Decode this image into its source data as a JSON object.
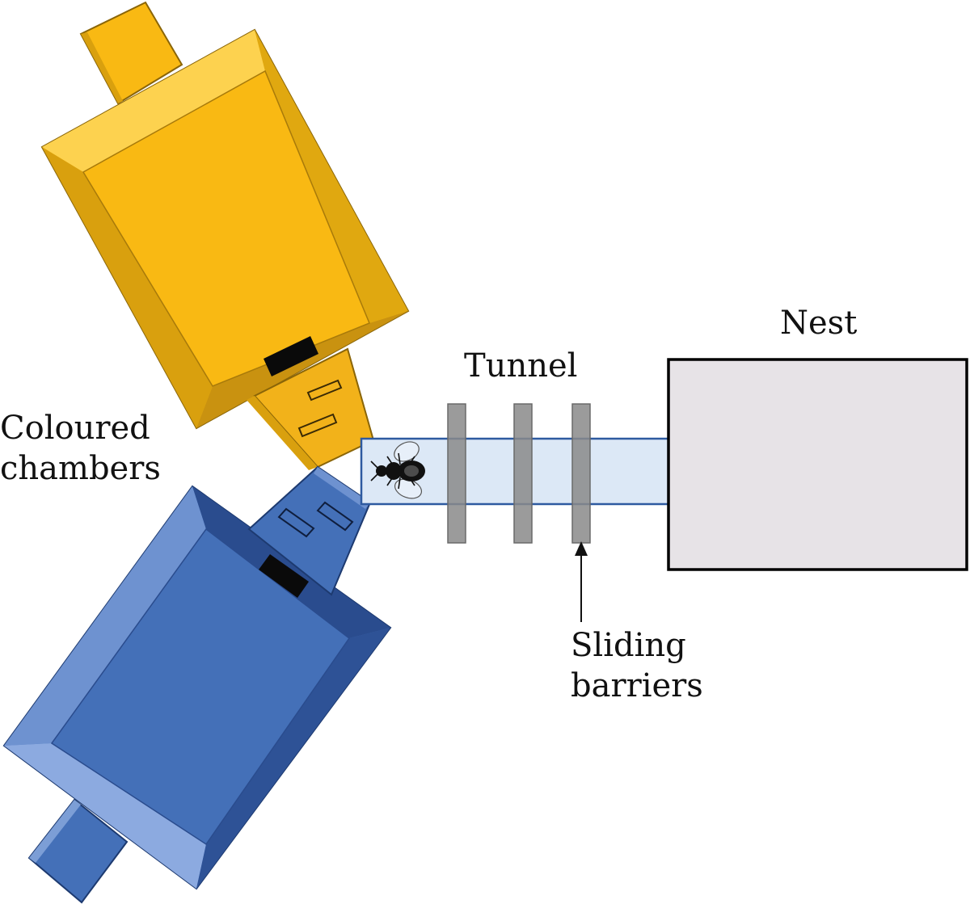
{
  "labels": {
    "nest": "Nest",
    "tunnel": "Tunnel",
    "coloured_chambers_line1": "Coloured",
    "coloured_chambers_line2": "chambers",
    "sliding_barriers_line1": "Sliding",
    "sliding_barriers_line2": "barriers"
  },
  "colors": {
    "yellow_front": "#F9B913",
    "yellow_top": "#FDD24F",
    "yellow_side": "#D9A00E",
    "yellow_dark": "#B08010",
    "blue_front": "#4470B8",
    "blue_top": "#7C9ED6",
    "blue_side": "#2E5296",
    "blue_dark": "#203E75",
    "tunnel_fill": "#DCE8F6",
    "tunnel_stroke": "#2E5AA0",
    "barrier_fill": "#8A8A8A",
    "nest_fill": "#E7E3E7",
    "nest_stroke": "#000000"
  },
  "icons": {
    "bee": "bee-icon",
    "arrow": "arrow-up-icon"
  }
}
